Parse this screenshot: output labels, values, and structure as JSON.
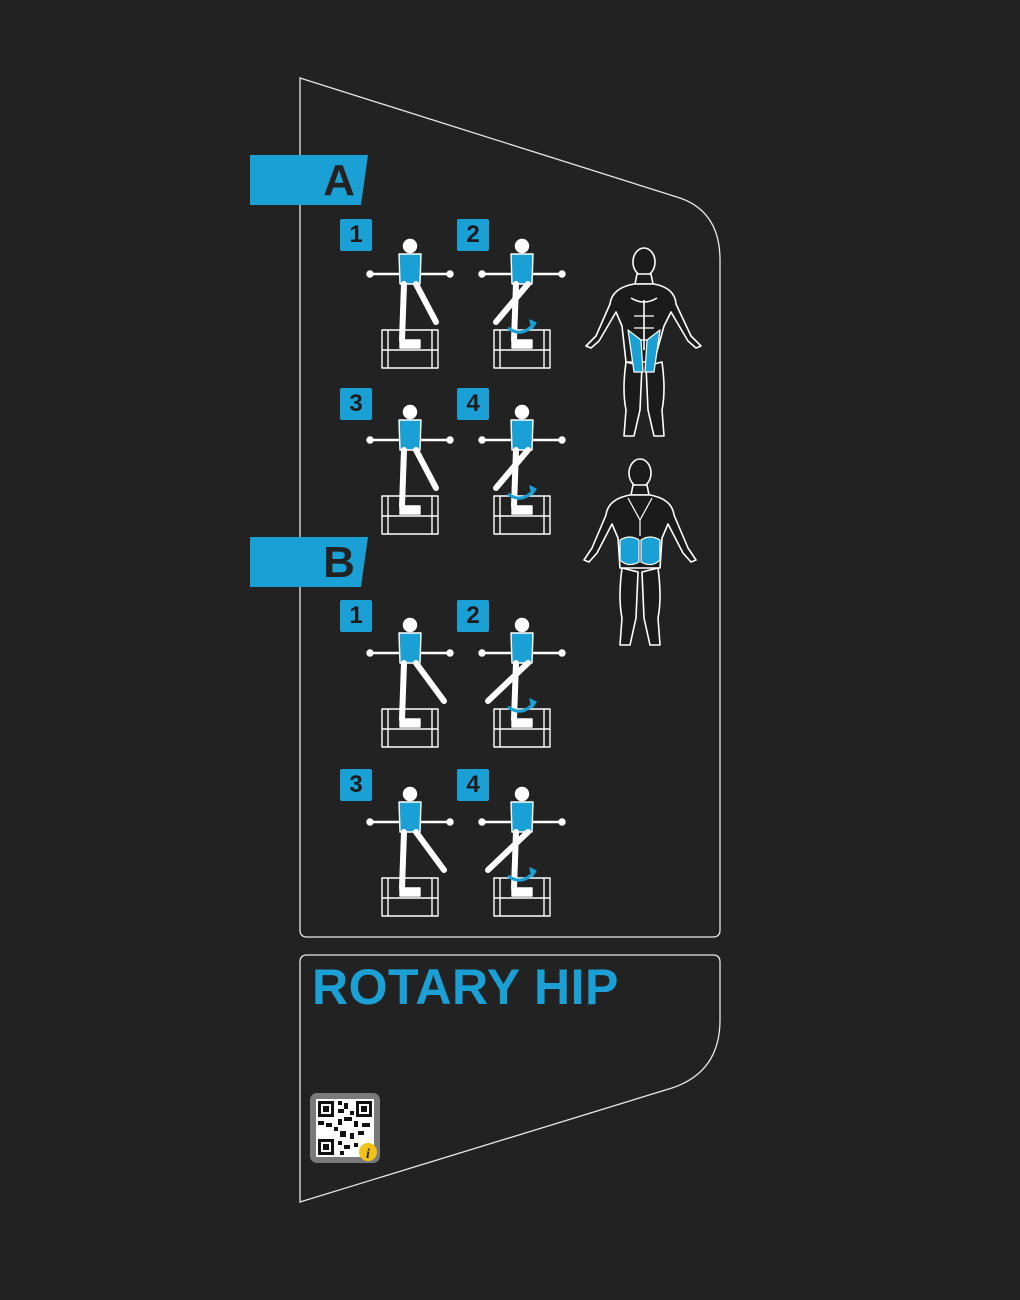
{
  "title": "ROTARY HIP",
  "colors": {
    "accent": "#1aa0d4",
    "background": "#222222",
    "outline": "#ffffff",
    "qr_tile": "#7a7a7a",
    "info_badge": "#f2c316"
  },
  "sections": [
    {
      "letter": "A",
      "steps": [
        "1",
        "2",
        "3",
        "4"
      ]
    },
    {
      "letter": "B",
      "steps": [
        "1",
        "2",
        "3",
        "4"
      ]
    }
  ],
  "icons": {
    "exercise_figure": "exercise-figure-icon",
    "muscle_front": "muscle-chart-front-icon",
    "muscle_back": "muscle-chart-back-icon",
    "qr_code": "qr-code-icon",
    "info": "info-icon"
  }
}
